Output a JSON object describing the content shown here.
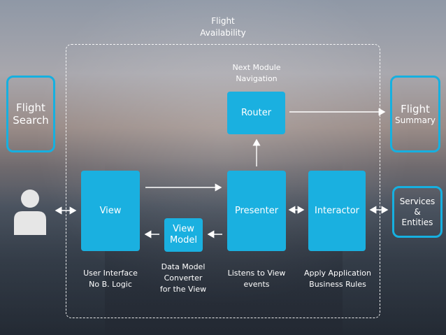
{
  "container": {
    "label": "Flight\nAvailability"
  },
  "actor": {
    "icon": "user-icon"
  },
  "outer": {
    "flight_search": "Flight\nSearch",
    "flight_summary_title": "Flight",
    "flight_summary_sub": "Summary",
    "services": "Services\n&\nEntities"
  },
  "modules": {
    "view": "View",
    "view_model": "View\nModel",
    "presenter": "Presenter",
    "interactor": "Interactor",
    "router": "Router"
  },
  "captions": {
    "router": "Next Module\nNavigation",
    "view": "User Interface\nNo B. Logic",
    "view_model": "Data Model\nConverter\nfor the View",
    "presenter": "Listens to View\nevents",
    "interactor": "Apply Application\nBusiness Rules"
  },
  "colors": {
    "accent": "#1ab0e0",
    "text": "#ffffff"
  }
}
